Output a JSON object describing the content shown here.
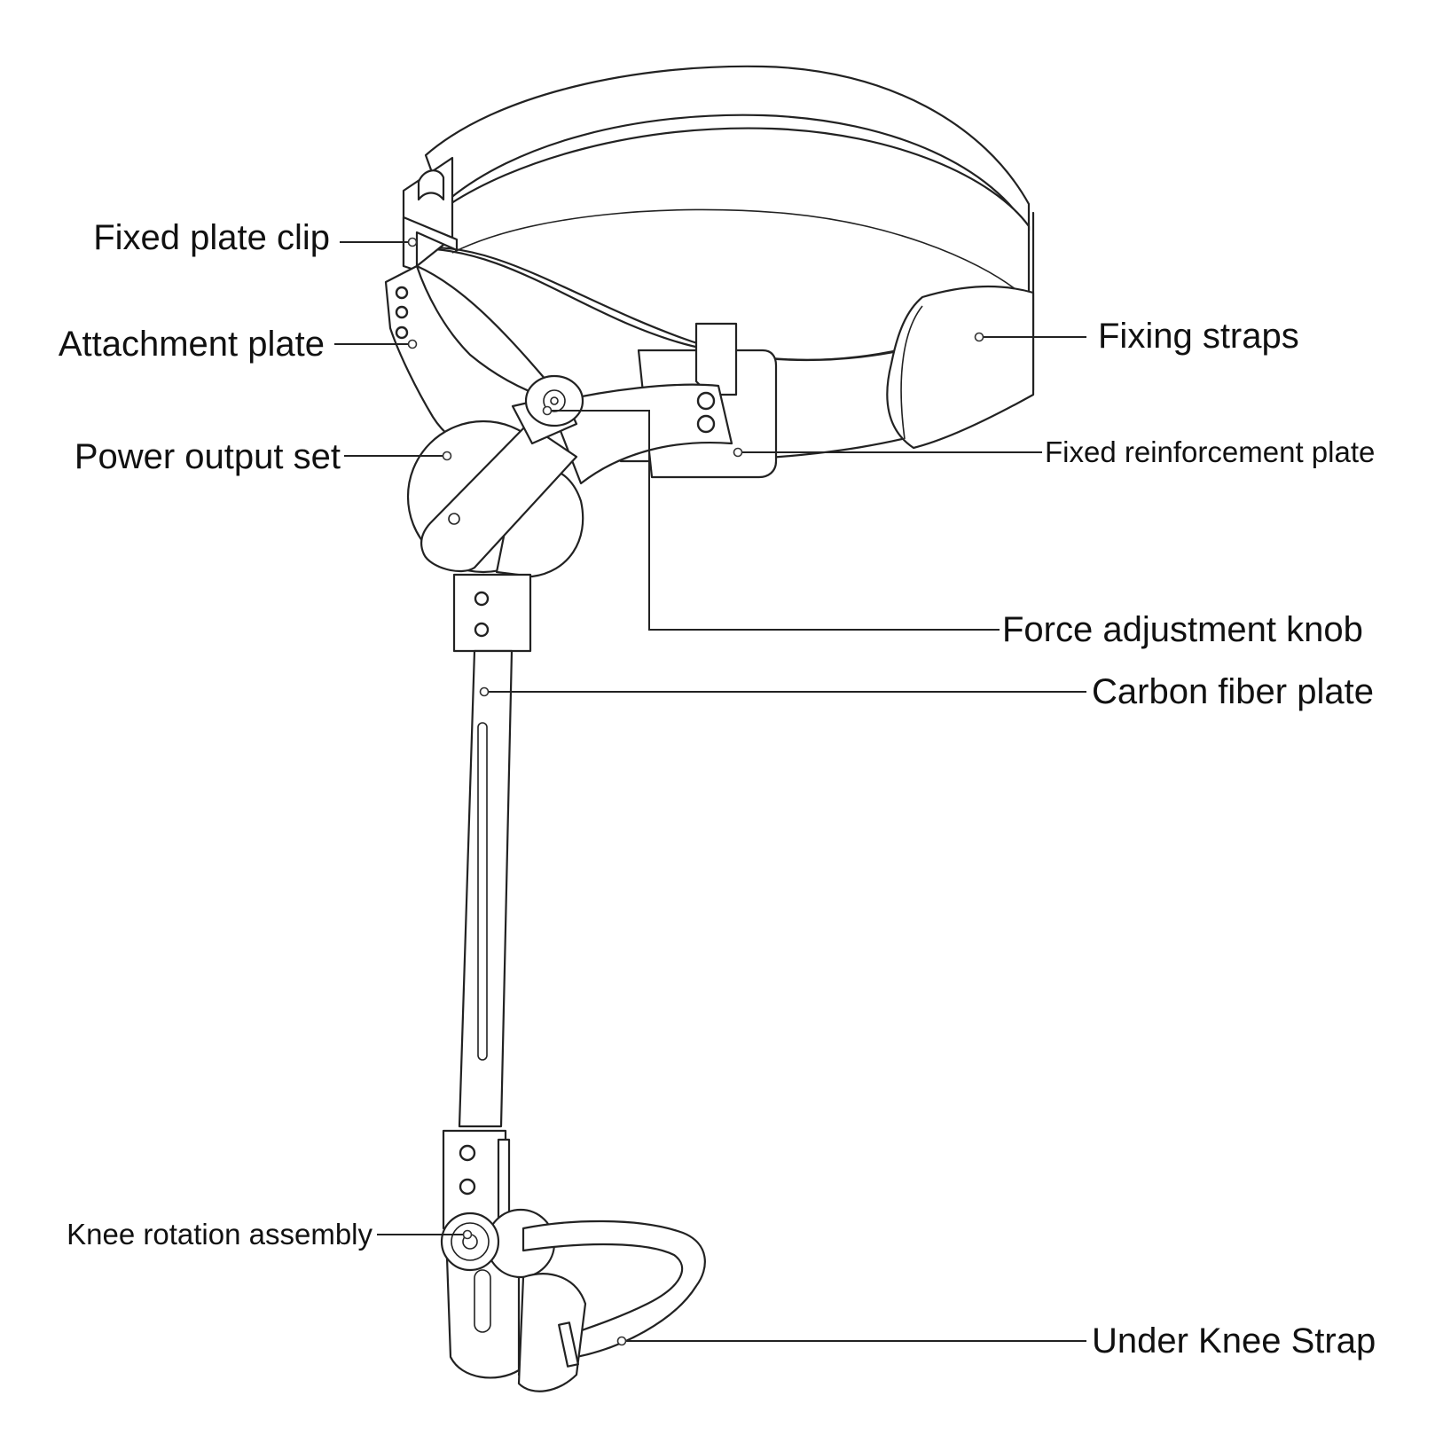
{
  "labels": {
    "fixed_plate_clip": "Fixed plate clip",
    "attachment_plate": "Attachment plate",
    "power_output_set": "Power output set",
    "fixing_straps": "Fixing straps",
    "fixed_reinforcement_plate": "Fixed reinforcement plate",
    "force_adjustment_knob": "Force adjustment knob",
    "carbon_fiber_plate": "Carbon fiber plate",
    "knee_rotation_assembly": "Knee rotation assembly",
    "under_knee_strap": "Under Knee Strap"
  },
  "colors": {
    "line": "#222222",
    "background": "#ffffff",
    "text": "#111111"
  }
}
